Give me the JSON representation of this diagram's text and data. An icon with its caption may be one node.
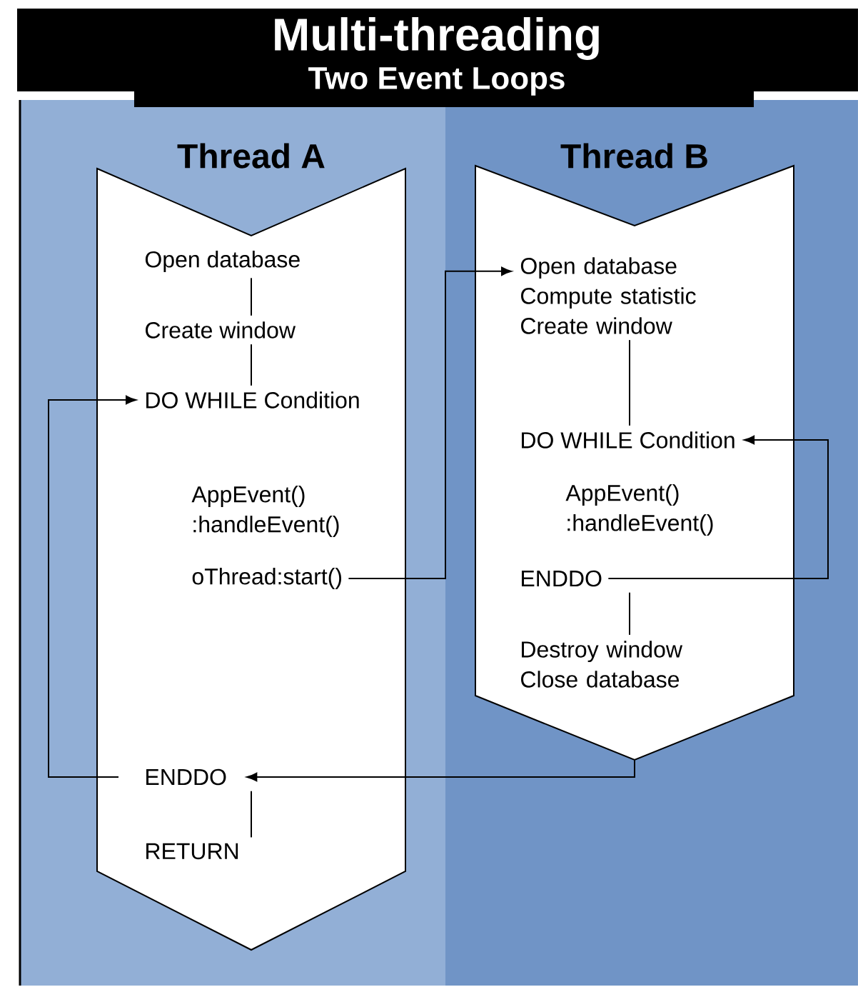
{
  "diagram": {
    "title": "Multi-threading",
    "nodes": [
      {
        "text": [
          "Thread A"
        ]
      },
      {
        "text": [
          "Open database"
        ],
        "in": 0
      },
      {
        "text": [
          "Create window"
        ],
        "in": 0
      },
      {
        "text": [
          "DO WHILE Condition"
        ],
        "in": 0
      },
      {
        "text": [
          "AppEvent() :handleEvent()"
        ],
        "in": 0
      },
      {
        "text": [
          "oThread:start()"
        ],
        "in": 0
      },
      {
        "text": [
          "ENDDO"
        ],
        "in": 0
      },
      {
        "text": [
          "RETURN"
        ],
        "in": 0
      },
      {
        "text": [
          "Thread B"
        ]
      },
      {
        "text": [
          "Open database Compute statistic Create window"
        ],
        "in": 8
      },
      {
        "text": [
          "DO WHILE Condition"
        ],
        "in": 8
      },
      {
        "text": [
          "AppEvent() :handleEvent()"
        ],
        "in": 8
      },
      {
        "text": [
          "ENDDO"
        ],
        "in": 8
      },
      {
        "text": [
          "Destroy window Close database"
        ],
        "in": 8
      }
    ],
    "edges": [
      {
        "from": 1,
        "to": 2,
        "arrow": "none"
      },
      {
        "from": 2,
        "to": 3,
        "arrow": "none"
      },
      {
        "from": 6,
        "to": 3,
        "arrow": "to"
      },
      {
        "from": 5,
        "to": 9,
        "arrow": "to"
      },
      {
        "from": 9,
        "to": 10,
        "arrow": "none"
      },
      {
        "from": 12,
        "to": 10,
        "arrow": "to"
      },
      {
        "from": 12,
        "to": 13,
        "arrow": "none"
      },
      {
        "from": 8,
        "to": 6,
        "arrow": "to"
      },
      {
        "from": 6,
        "to": 7,
        "arrow": "none"
      }
    ],
    "labels": [
      "Two Event Loops"
    ]
  }
}
